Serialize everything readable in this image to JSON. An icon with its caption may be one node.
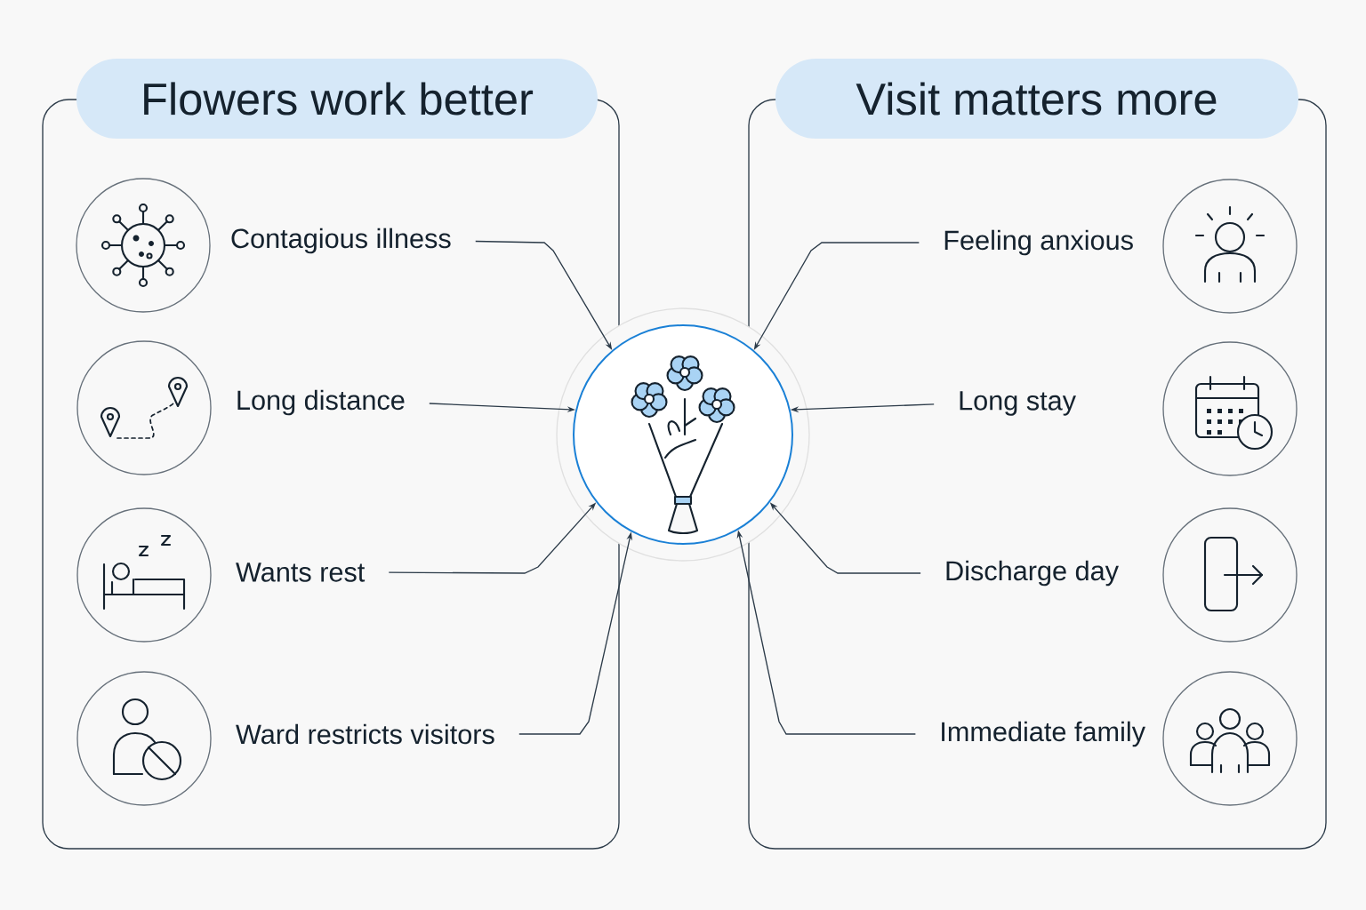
{
  "diagram": {
    "nodes": [
      {
        "text": [
          "Flowers work better"
        ]
      },
      {
        "text": [
          "Visit matters more"
        ]
      },
      {
        "text": [],
        "shape": "circle"
      },
      {
        "text": [],
        "shape": "circle",
        "in": 0
      },
      {
        "text": [
          "Contagious illness"
        ],
        "in": 0
      },
      {
        "text": [],
        "shape": "circle",
        "in": 0
      },
      {
        "text": [
          "Long distance"
        ],
        "in": 0
      },
      {
        "text": [],
        "shape": "circle",
        "in": 0
      },
      {
        "text": [
          "Wants rest"
        ],
        "in": 0
      },
      {
        "text": [],
        "shape": "circle",
        "in": 0
      },
      {
        "text": [
          "Ward restricts visitors"
        ],
        "in": 0
      },
      {
        "text": [
          "Feeling anxious"
        ],
        "in": 1
      },
      {
        "text": [],
        "shape": "circle",
        "in": 1
      },
      {
        "text": [
          "Long stay"
        ],
        "in": 1
      },
      {
        "text": [],
        "shape": "circle",
        "in": 1
      },
      {
        "text": [
          "Discharge day"
        ],
        "in": 1
      },
      {
        "text": [],
        "shape": "circle",
        "in": 1
      },
      {
        "text": [
          "Immediate family"
        ],
        "in": 1
      },
      {
        "text": [],
        "shape": "circle",
        "in": 1
      }
    ],
    "edges": [
      {
        "from": 4,
        "to": 2,
        "arrow": "to"
      },
      {
        "from": 6,
        "to": 2,
        "arrow": "to"
      },
      {
        "from": 8,
        "to": 2,
        "arrow": "to"
      },
      {
        "from": 10,
        "to": 2,
        "arrow": "to"
      },
      {
        "from": 11,
        "to": 2,
        "arrow": "to"
      },
      {
        "from": 13,
        "to": 2,
        "arrow": "to"
      },
      {
        "from": 15,
        "to": 2,
        "arrow": "to"
      },
      {
        "from": 17,
        "to": 2,
        "arrow": "to"
      }
    ]
  }
}
